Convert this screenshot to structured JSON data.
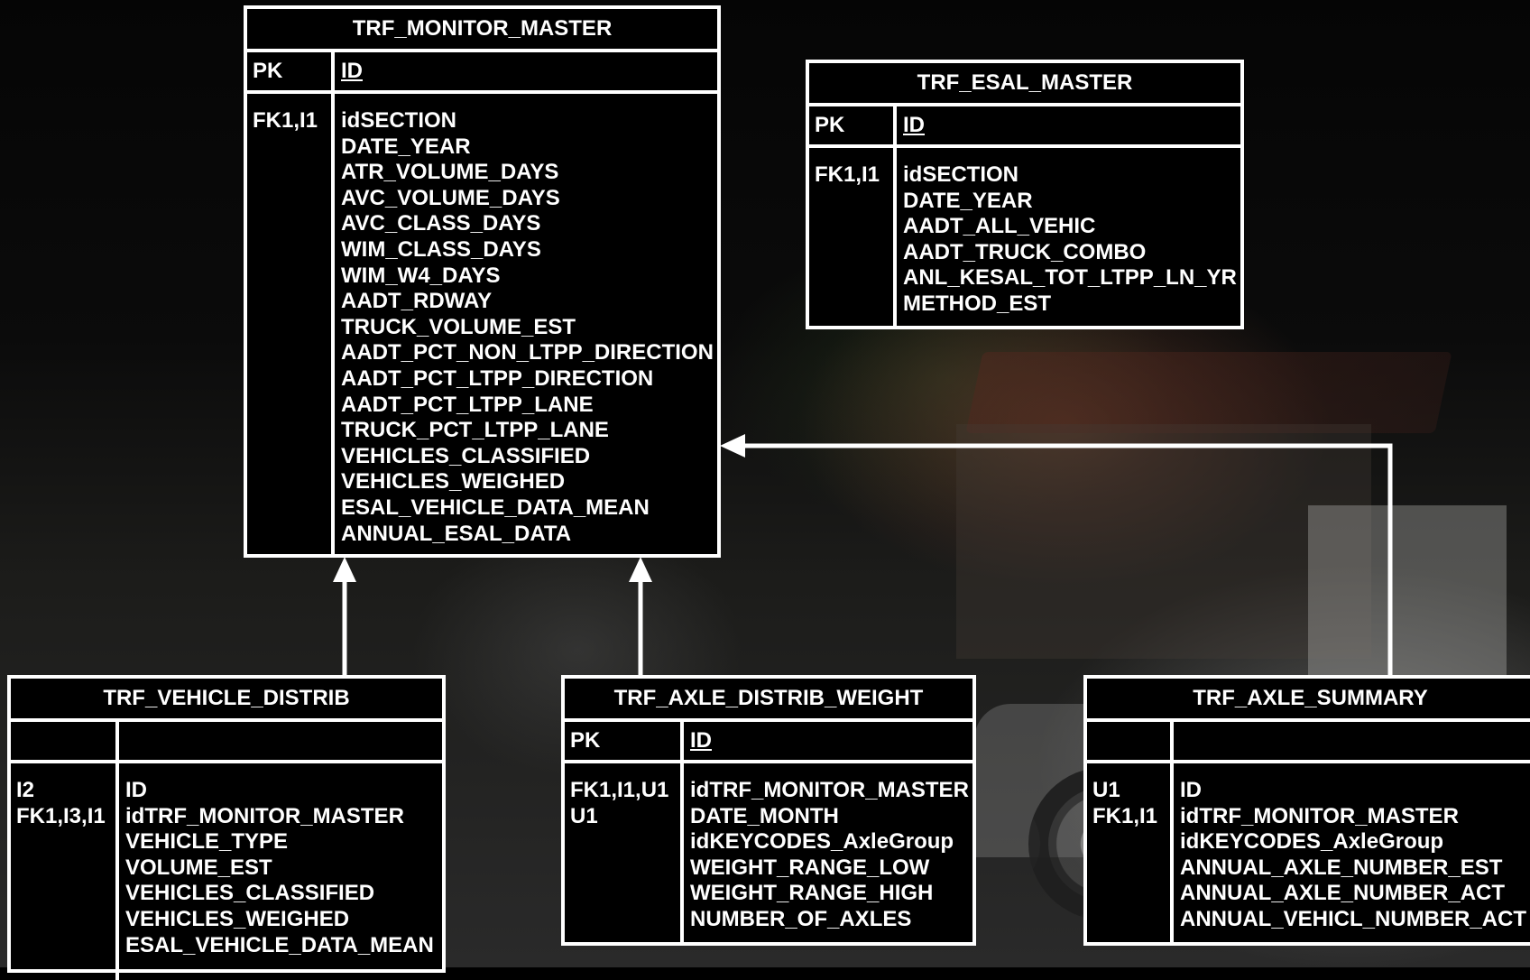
{
  "tables": {
    "monitor_master": {
      "title": "TRF_MONITOR_MASTER",
      "pk_label": "PK",
      "pk_field": "ID",
      "keys": [
        "FK1,I1"
      ],
      "fields": [
        "idSECTION",
        "DATE_YEAR",
        "ATR_VOLUME_DAYS",
        "AVC_VOLUME_DAYS",
        "AVC_CLASS_DAYS",
        "WIM_CLASS_DAYS",
        "WIM_W4_DAYS",
        "AADT_RDWAY",
        "TRUCK_VOLUME_EST",
        "AADT_PCT_NON_LTPP_DIRECTION",
        "AADT_PCT_LTPP_DIRECTION",
        "AADT_PCT_LTPP_LANE",
        "TRUCK_PCT_LTPP_LANE",
        "VEHICLES_CLASSIFIED",
        "VEHICLES_WEIGHED",
        "ESAL_VEHICLE_DATA_MEAN",
        "ANNUAL_ESAL_DATA"
      ]
    },
    "esal_master": {
      "title": "TRF_ESAL_MASTER",
      "pk_label": "PK",
      "pk_field": "ID",
      "keys": [
        "FK1,I1"
      ],
      "fields": [
        "idSECTION",
        "DATE_YEAR",
        "AADT_ALL_VEHIC",
        "AADT_TRUCK_COMBO",
        "ANL_KESAL_TOT_LTPP_LN_YR",
        "METHOD_EST"
      ]
    },
    "vehicle_distrib": {
      "title": "TRF_VEHICLE_DISTRIB",
      "pk_label": "",
      "pk_field": "",
      "keys": [
        "I2",
        "FK1,I3,I1"
      ],
      "fields": [
        "ID",
        "idTRF_MONITOR_MASTER",
        "VEHICLE_TYPE",
        "VOLUME_EST",
        "VEHICLES_CLASSIFIED",
        "VEHICLES_WEIGHED",
        "ESAL_VEHICLE_DATA_MEAN"
      ]
    },
    "axle_distrib_weight": {
      "title": "TRF_AXLE_DISTRIB_WEIGHT",
      "pk_label": "PK",
      "pk_field": "ID",
      "keys": [
        "FK1,I1,U1",
        "U1"
      ],
      "fields": [
        "idTRF_MONITOR_MASTER",
        "DATE_MONTH",
        "idKEYCODES_AxleGroup",
        "WEIGHT_RANGE_LOW",
        "WEIGHT_RANGE_HIGH",
        "NUMBER_OF_AXLES"
      ]
    },
    "axle_summary": {
      "title": "TRF_AXLE_SUMMARY",
      "pk_label": "",
      "pk_field": "",
      "keys": [
        "U1",
        "FK1,I1"
      ],
      "fields": [
        "ID",
        "idTRF_MONITOR_MASTER",
        "idKEYCODES_AxleGroup",
        "ANNUAL_AXLE_NUMBER_EST",
        "ANNUAL_AXLE_NUMBER_ACT",
        "ANNUAL_VEHICL_NUMBER_ACT"
      ]
    }
  },
  "relationships": [
    {
      "from": "TRF_VEHICLE_DISTRIB",
      "to": "TRF_MONITOR_MASTER"
    },
    {
      "from": "TRF_AXLE_DISTRIB_WEIGHT",
      "to": "TRF_MONITOR_MASTER"
    },
    {
      "from": "TRF_AXLE_SUMMARY",
      "to": "TRF_MONITOR_MASTER"
    }
  ],
  "colors": {
    "box_border": "#ffffff",
    "box_fill": "#000000",
    "text": "#ffffff",
    "connector": "#ffffff"
  }
}
